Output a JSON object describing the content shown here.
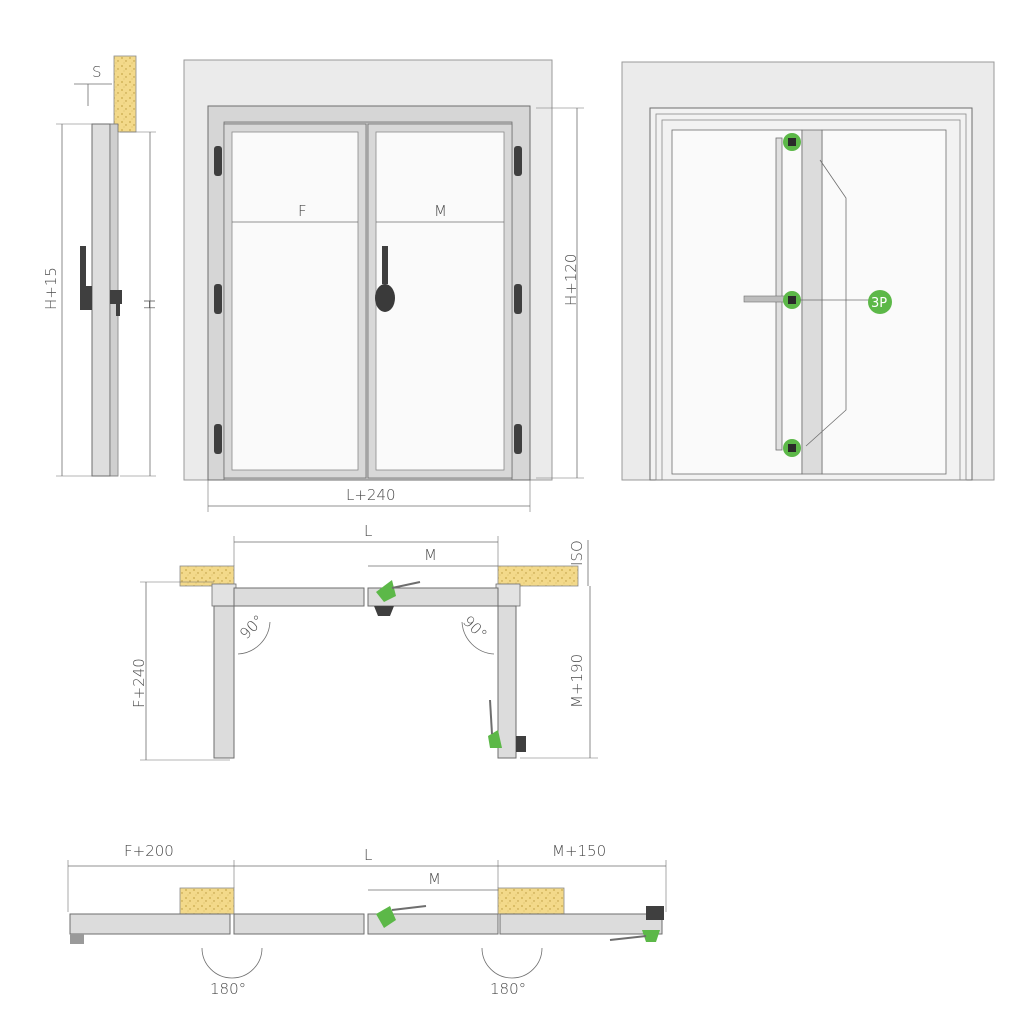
{
  "labels": {
    "s": "S",
    "h_plus_15": "H+15",
    "h": "H",
    "f": "F",
    "m_front": "M",
    "h_plus_120": "H+120",
    "l_plus_240": "L+240",
    "lock_points": "3P",
    "l_top_plan": "L",
    "m_top_plan": "M",
    "iso": "ISO",
    "angle_left": "90°",
    "angle_right": "90°",
    "f_plus_240": "F+240",
    "m_plus_190": "M+190",
    "f_plus_200": "F+200",
    "l_bottom_plan": "L",
    "m_plus_150": "M+150",
    "m_bottom_plan": "M",
    "angle_180_left": "180°",
    "angle_180_right": "180°"
  },
  "colors": {
    "wall": "#ebebeb",
    "frame": "#d6d6d6",
    "frame_stroke": "#6e6e6e",
    "glass": "#fafafa",
    "hardware": "#3f3f3f",
    "accent_green": "#5cb848",
    "insulation": "#f3d98a",
    "leaf": "#dcdcdc"
  },
  "icons": {
    "hinge": "hinge-icon",
    "handle": "lever-handle-icon",
    "lock_point": "lock-point-icon"
  }
}
